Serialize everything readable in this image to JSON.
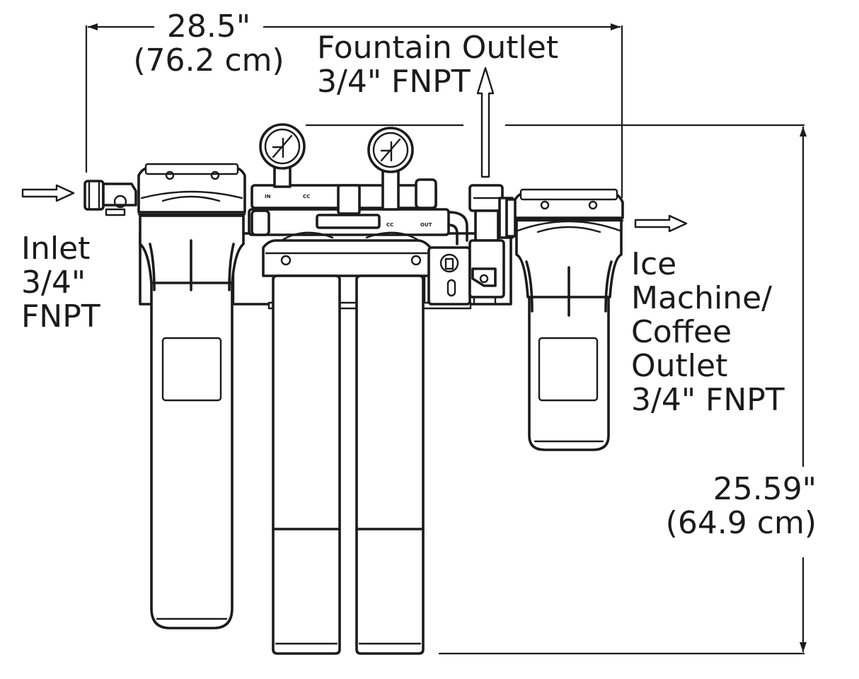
{
  "dimensions": {
    "width": {
      "inches": "28.5\"",
      "cm": "(76.2 cm)"
    },
    "height": {
      "inches": "25.59\"",
      "cm": "(64.9 cm)"
    }
  },
  "ports": {
    "fountain_outlet": {
      "line1": "Fountain Outlet",
      "line2": "3/4\" FNPT"
    },
    "inlet": {
      "line1": "Inlet",
      "line2": "3/4\"",
      "line3": "FNPT"
    },
    "ice_coffee_outlet": {
      "line1": "Ice",
      "line2": "Machine/",
      "line3": "Coffee",
      "line4": "Outlet",
      "line5": "3/4\" FNPT"
    }
  },
  "head_tags": {
    "in": "IN",
    "cc1": "CC",
    "cc2": "CC",
    "out": "OUT"
  },
  "colors": {
    "line": "#1b1b1b",
    "background": "#ffffff"
  }
}
